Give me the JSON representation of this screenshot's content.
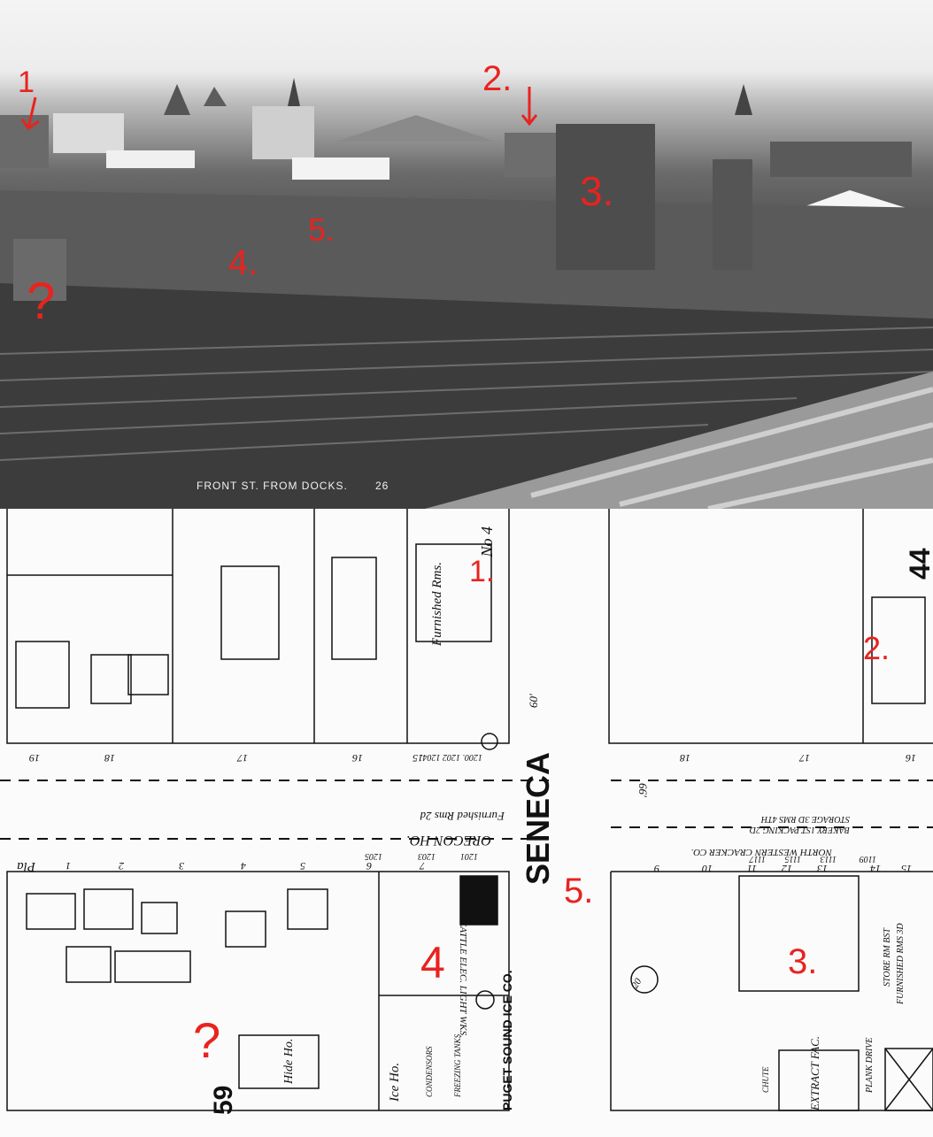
{
  "photo": {
    "caption": "FRONT ST. FROM DOCKS.",
    "plate_number": "26",
    "markers": [
      "1",
      "2.",
      "3.",
      "4.",
      "5.",
      "?"
    ]
  },
  "map": {
    "sheet_number_top": "44",
    "sheet_number_bottom": "59",
    "street_name": "SENECA",
    "street_width": "60'",
    "street_width_right": "66'",
    "markers": [
      "1.",
      "2.",
      "3.",
      "4",
      "5.",
      "?"
    ],
    "labels": {
      "fire_station": "No 4",
      "furnished_rms": "Furnished Rms.",
      "oregon_ho": "OREGON HO.",
      "oregon_furnished": "Furnished Rms 2d",
      "light_works": "SEATTLE ELEC. LIGHT WKS.",
      "ice_co": "PUGET SOUND ICE CO.",
      "ice_ho": "Ice Ho.",
      "condensors": "CONDENSORS",
      "freezing_tanks": "FREEZING TANKS",
      "hide_ho": "Hide Ho.",
      "cracker_co": "NORTH WESTERN CRACKER CO.",
      "cracker_sub": "BAKERY 1ST PACKING 2D",
      "cracker_sub2": "STORAGE 3D RMS 4TH",
      "extract_fac": "EXTRACT FAC.",
      "plank_drive": "PLANK DRIVE",
      "store": "STORE RM BST",
      "furnished_rms_3": "FURNISHED RMS 3D",
      "chute": "CHUTE",
      "place": "Pla",
      "circle_20": "20"
    },
    "lot_numbers_top": [
      "19",
      "18",
      "17",
      "16",
      "15",
      "1200. 1202 1204."
    ],
    "lot_numbers_bottom": [
      "1",
      "2",
      "3",
      "4",
      "5",
      "6",
      "7"
    ],
    "addresses": [
      "1205",
      "1203",
      "1201"
    ],
    "right_lot_numbers": [
      "9",
      "10",
      "11",
      "12",
      "13",
      "14",
      "15"
    ],
    "right_addresses": [
      "1117",
      "1115",
      "1113",
      "1109"
    ],
    "right_top_numbers": [
      "18",
      "17",
      "16"
    ]
  }
}
